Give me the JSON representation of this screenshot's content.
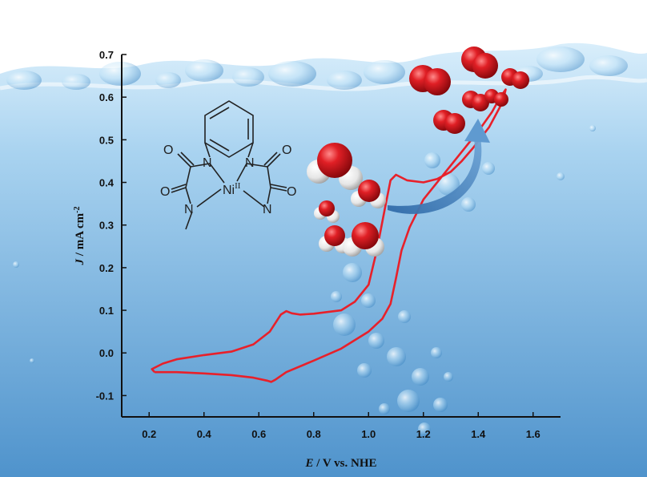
{
  "chart_data": {
    "type": "line",
    "title": "",
    "xlabel": {
      "italic": "E",
      "rest": " / V vs. NHE"
    },
    "ylabel": {
      "italic": "J",
      "rest": " / mA cm",
      "sup": "-2"
    },
    "xlim": [
      0.1,
      1.7
    ],
    "ylim": [
      -0.15,
      0.7
    ],
    "x_ticks": [
      "0.2",
      "0.4",
      "0.6",
      "0.8",
      "1.0",
      "1.2",
      "1.4",
      "1.6"
    ],
    "x_tick_values": [
      0.2,
      0.4,
      0.6,
      0.8,
      1.0,
      1.2,
      1.4,
      1.6
    ],
    "y_ticks": [
      "-0.1",
      "0.0",
      "0.1",
      "0.2",
      "0.3",
      "0.4",
      "0.5",
      "0.6",
      "0.7"
    ],
    "y_tick_values": [
      -0.1,
      0.0,
      0.1,
      0.2,
      0.3,
      0.4,
      0.5,
      0.6,
      0.7
    ],
    "grid": false,
    "series": [
      {
        "color": "#e8202a",
        "points": [
          [
            0.22,
            -0.045
          ],
          [
            0.3,
            -0.045
          ],
          [
            0.4,
            -0.048
          ],
          [
            0.5,
            -0.052
          ],
          [
            0.58,
            -0.058
          ],
          [
            0.63,
            -0.065
          ],
          [
            0.645,
            -0.068
          ],
          [
            0.66,
            -0.063
          ],
          [
            0.7,
            -0.045
          ],
          [
            0.8,
            -0.018
          ],
          [
            0.9,
            0.01
          ],
          [
            1.0,
            0.05
          ],
          [
            1.05,
            0.08
          ],
          [
            1.08,
            0.115
          ],
          [
            1.1,
            0.175
          ],
          [
            1.12,
            0.24
          ],
          [
            1.15,
            0.295
          ],
          [
            1.2,
            0.36
          ],
          [
            1.3,
            0.44
          ],
          [
            1.4,
            0.52
          ],
          [
            1.45,
            0.565
          ],
          [
            1.48,
            0.6
          ],
          [
            1.5,
            0.618
          ],
          [
            1.49,
            0.59
          ],
          [
            1.44,
            0.53
          ],
          [
            1.38,
            0.48
          ],
          [
            1.34,
            0.45
          ],
          [
            1.3,
            0.425
          ],
          [
            1.25,
            0.408
          ],
          [
            1.2,
            0.4
          ],
          [
            1.14,
            0.405
          ],
          [
            1.1,
            0.418
          ],
          [
            1.08,
            0.405
          ],
          [
            1.06,
            0.34
          ],
          [
            1.03,
            0.24
          ],
          [
            1.0,
            0.16
          ],
          [
            0.95,
            0.12
          ],
          [
            0.9,
            0.1
          ],
          [
            0.8,
            0.092
          ],
          [
            0.75,
            0.09
          ],
          [
            0.72,
            0.093
          ],
          [
            0.7,
            0.098
          ],
          [
            0.68,
            0.09
          ],
          [
            0.64,
            0.05
          ],
          [
            0.58,
            0.02
          ],
          [
            0.5,
            0.003
          ],
          [
            0.4,
            -0.005
          ],
          [
            0.3,
            -0.015
          ],
          [
            0.25,
            -0.025
          ],
          [
            0.21,
            -0.038
          ],
          [
            0.22,
            -0.045
          ]
        ]
      }
    ]
  },
  "structure": {
    "atoms": {
      "O": "O",
      "N": "N",
      "Ni": "Ni",
      "Ni_ox": "II"
    }
  },
  "colors": {
    "water_top": "#bfe0f4",
    "water_bottom": "#5fa2d4",
    "oxygen_red": "#d8141b",
    "hydrogen": "#f2f2f2",
    "arrow": "#3f79b0"
  }
}
